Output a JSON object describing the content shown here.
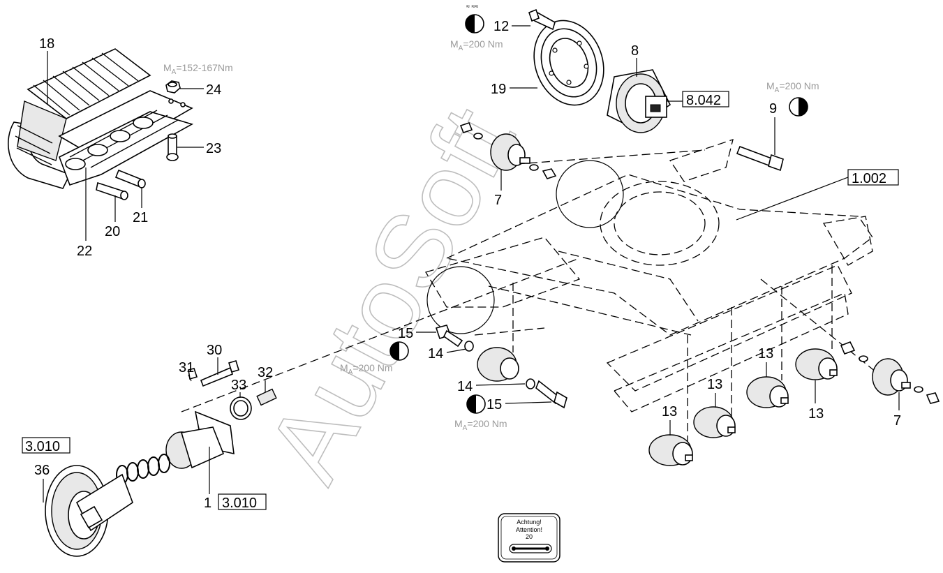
{
  "callouts": {
    "c18": "18",
    "c24": "24",
    "c23": "23",
    "c21": "21",
    "c20": "20",
    "c22": "22",
    "c12": "12",
    "c8": "8",
    "c19": "19",
    "c9": "9",
    "c7a": "7",
    "c7b": "7",
    "c15a": "15",
    "c15b": "15",
    "c14a": "14",
    "c14b": "14",
    "c13a": "13",
    "c13b": "13",
    "c13c": "13",
    "c13d": "13",
    "c30": "30",
    "c31": "31",
    "c32": "32",
    "c33": "33",
    "c36": "36",
    "c1": "1"
  },
  "references": {
    "r8042": "8.042",
    "r1002": "1.002",
    "r3010a": "3.010",
    "r3010b": "3.010"
  },
  "torques": {
    "t_track": {
      "prefix": "M",
      "sub": "A",
      "value": "=152-167Nm"
    },
    "t_sprocket": {
      "prefix": "M",
      "sub": "A",
      "value": "=200  Nm"
    },
    "t_motor": {
      "prefix": "M",
      "sub": "A",
      "value": "=200  Nm"
    },
    "t_roller": {
      "prefix": "M",
      "sub": "A",
      "value": "=200  Nm"
    },
    "t_bolt15": {
      "prefix": "M",
      "sub": "A",
      "value": "=200  Nm"
    }
  },
  "watermark": "AutoSoft",
  "notice_label": {
    "line1": "Achtung!",
    "line2": "Attention!",
    "line3": "20"
  },
  "colors": {
    "line": "#000000",
    "watermark": "#bdbdbd",
    "torque_text": "#9a9a9a"
  },
  "icons": [
    "half-filled-circle-icon"
  ]
}
